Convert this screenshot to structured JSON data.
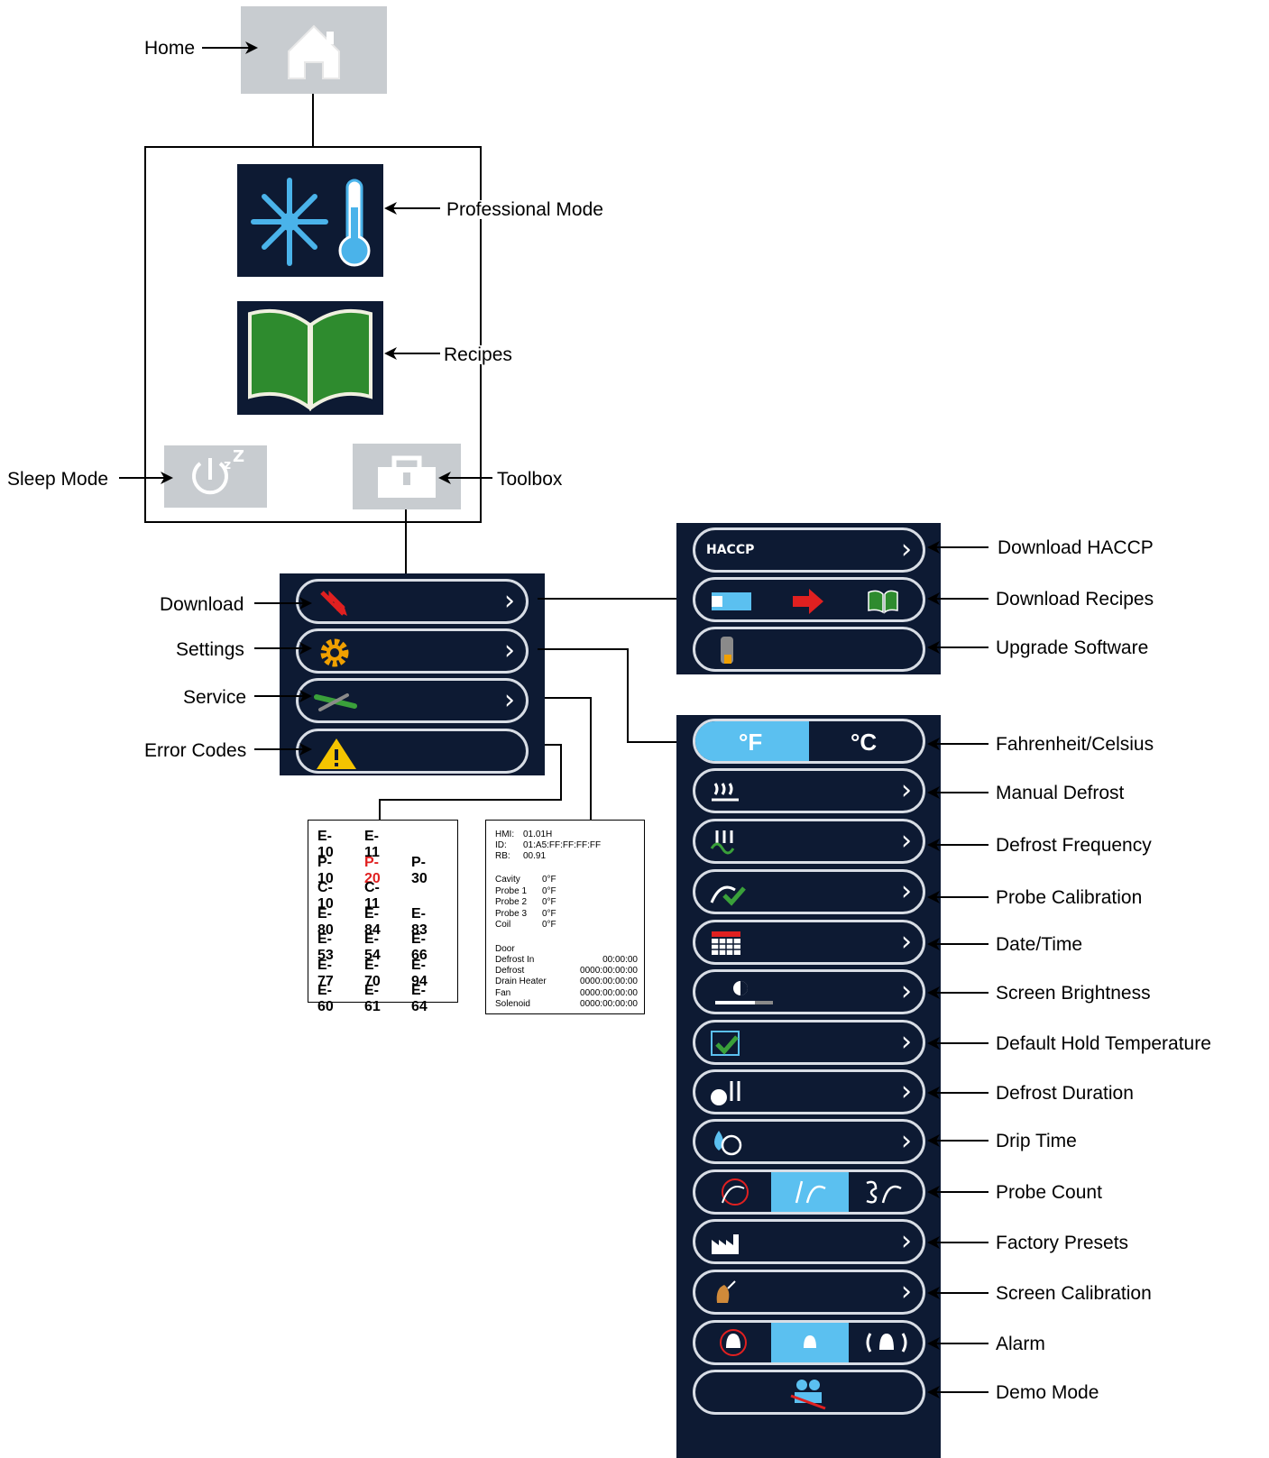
{
  "labels": {
    "home": "Home",
    "professional_mode": "Professional Mode",
    "recipes": "Recipes",
    "sleep_mode": "Sleep Mode",
    "toolbox": "Toolbox",
    "download": "Download",
    "settings": "Settings",
    "service": "Service",
    "error_codes": "Error Codes"
  },
  "download_menu": {
    "haccp_text": "HACCP",
    "items": [
      "Download HACCP",
      "Download Recipes",
      "Upgrade Software"
    ]
  },
  "settings_menu": {
    "fahrenheit": "°F",
    "celsius": "°C",
    "items": [
      "Fahrenheit/Celsius",
      "Manual Defrost",
      "Defrost Frequency",
      "Probe Calibration",
      "Date/Time",
      "Screen Brightness",
      "Default Hold Temperature",
      "Defrost Duration",
      "Drip Time",
      "Probe Count",
      "Factory Presets",
      "Screen Calibration",
      "Alarm",
      "Demo Mode"
    ]
  },
  "error_codes": {
    "rows": [
      [
        "E-10",
        "E-11",
        ""
      ],
      [
        "P-10",
        "P-20",
        "P-30"
      ],
      [
        "C-10",
        "C-11",
        ""
      ],
      [
        "E-80",
        "E-84",
        "E-83"
      ],
      [
        "E-53",
        "E-54",
        "E-66"
      ],
      [
        "E-77",
        "E-70",
        "E-94"
      ],
      [
        "E-60",
        "E-61",
        "E-64"
      ]
    ],
    "highlight": "P-20",
    "highlight_color": "#e02020"
  },
  "service_info": {
    "header": [
      [
        "HMI:",
        "01.01H"
      ],
      [
        "ID:",
        "01:A5:FF:FF:FF:FF"
      ],
      [
        "RB:",
        "00.91"
      ]
    ],
    "temps": [
      [
        "Cavity",
        "0°F"
      ],
      [
        "Probe 1",
        "0°F"
      ],
      [
        "Probe 2",
        "0°F"
      ],
      [
        "Probe 3",
        "0°F"
      ],
      [
        "Coil",
        "0°F"
      ]
    ],
    "timers": [
      [
        "Door",
        ""
      ],
      [
        "Defrost In",
        "00:00:00"
      ],
      [
        "Defrost",
        "0000:00:00:00"
      ],
      [
        "Drain Heater",
        "0000:00:00:00"
      ],
      [
        "Fan",
        "0000:00:00:00"
      ],
      [
        "Solenoid",
        "0000:00:00:00"
      ]
    ]
  },
  "colors": {
    "panel": "#0d1a33",
    "tile": "#c8ccd0",
    "accent_blue": "#5bc0f0",
    "icon_green": "#2e8b2e",
    "warning_yellow": "#f5c400",
    "settings_orange": "#f0a000"
  }
}
